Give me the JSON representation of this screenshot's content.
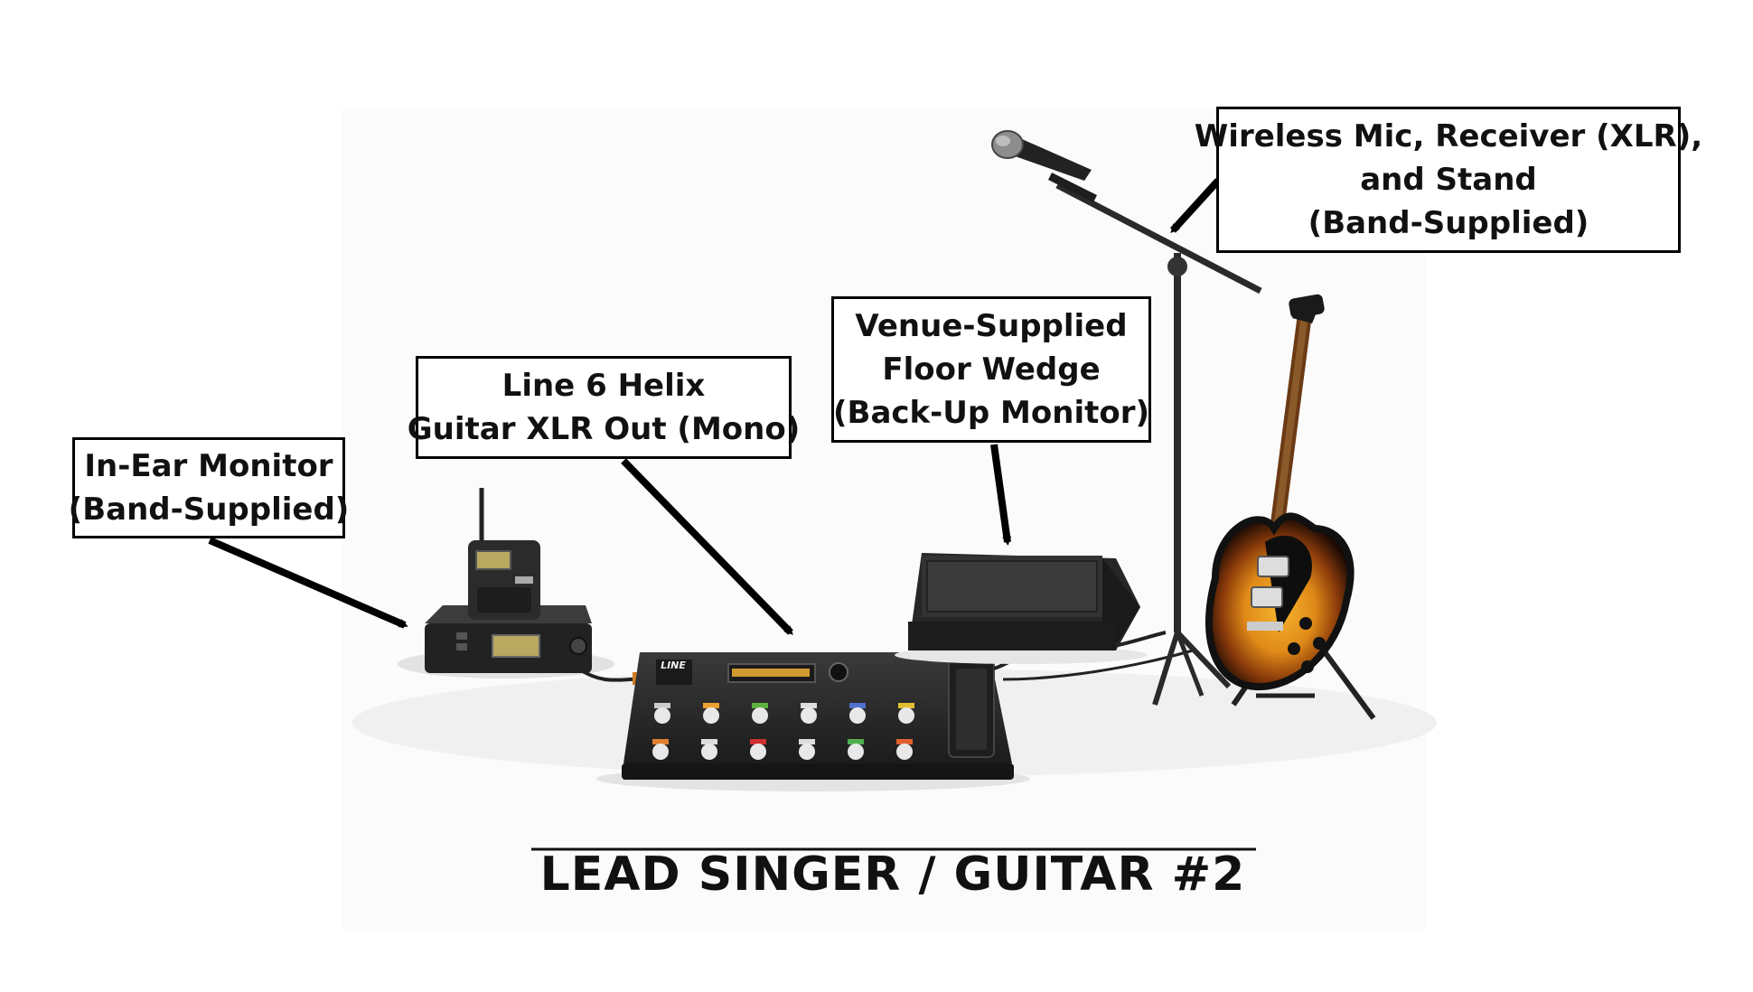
{
  "callouts": {
    "iem": {
      "line1": "In-Ear Monitor",
      "line2": "(Band-Supplied)"
    },
    "helix": {
      "line1": "Line 6 Helix",
      "line2": "Guitar XLR Out (Mono)"
    },
    "wedge": {
      "line1": "Venue-Supplied",
      "line2": "Floor Wedge",
      "line3": "(Back-Up Monitor)"
    },
    "mic": {
      "line1": "Wireless Mic, Receiver (XLR),",
      "line2": "and Stand",
      "line3": "(Band-Supplied)"
    }
  },
  "helix_logo": "LINE",
  "title": "LEAD SINGER / GUITAR #2",
  "colors": {
    "ink": "#111111",
    "device": "#2a2a2a",
    "lcd": "#b8a860",
    "sunburst_center": "#f0a020",
    "sunburst_edge": "#1a0a05"
  }
}
